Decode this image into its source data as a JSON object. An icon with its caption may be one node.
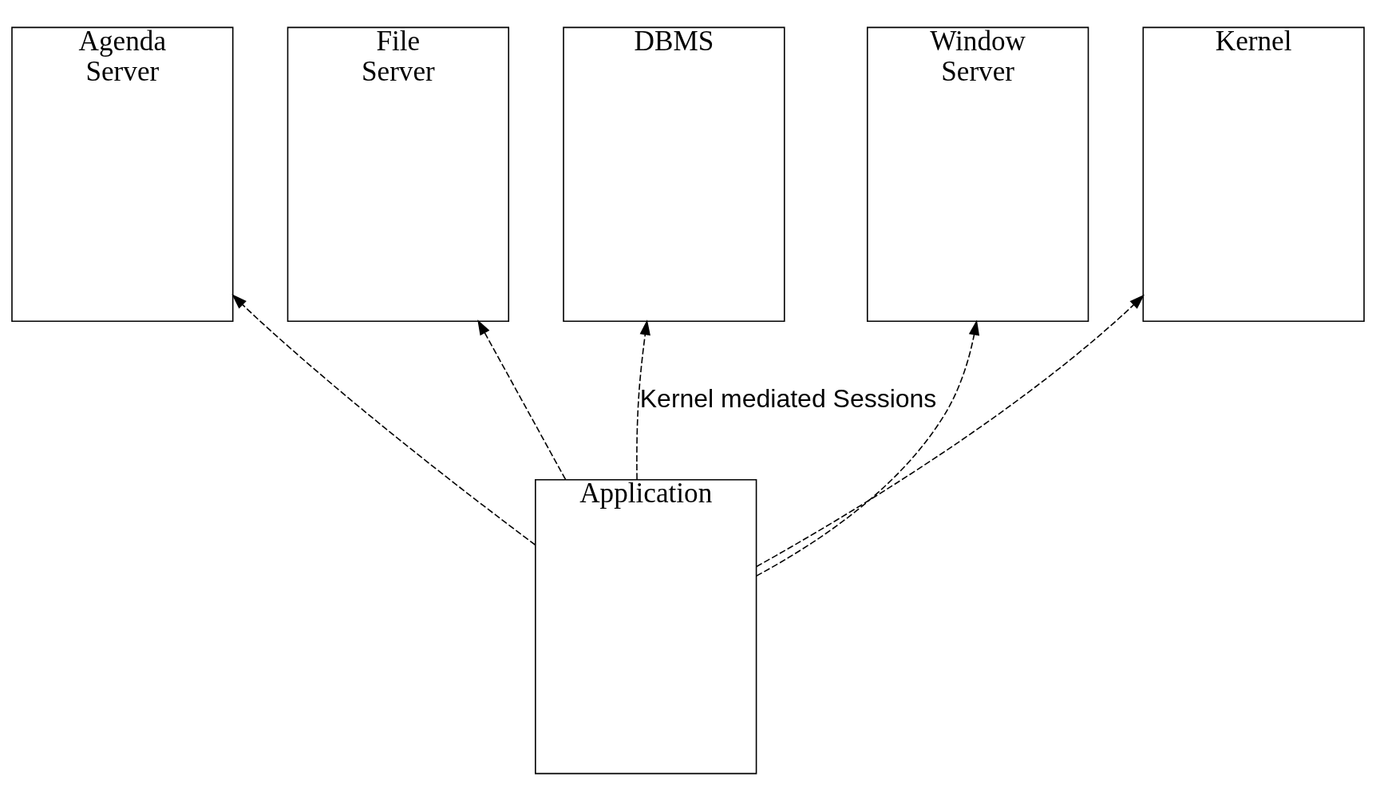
{
  "diagram": {
    "nodes": [
      {
        "text": [
          "Agenda Server"
        ]
      },
      {
        "text": [
          "File Server"
        ]
      },
      {
        "text": [
          "DBMS"
        ]
      },
      {
        "text": [
          "Window Server"
        ]
      },
      {
        "text": [
          "Kernel"
        ]
      },
      {
        "text": [
          "Application"
        ]
      }
    ],
    "edges": [
      {
        "from": 5,
        "to": 0,
        "arrow": "to",
        "style": "dashed"
      },
      {
        "from": 5,
        "to": 1,
        "arrow": "to",
        "style": "dashed"
      },
      {
        "from": 5,
        "to": 2,
        "arrow": "to",
        "style": "dashed",
        "label": "Kernel mediated Sessions"
      },
      {
        "from": 5,
        "to": 3,
        "arrow": "to",
        "style": "dashed"
      },
      {
        "from": 5,
        "to": 4,
        "arrow": "to",
        "style": "dashed"
      }
    ]
  }
}
